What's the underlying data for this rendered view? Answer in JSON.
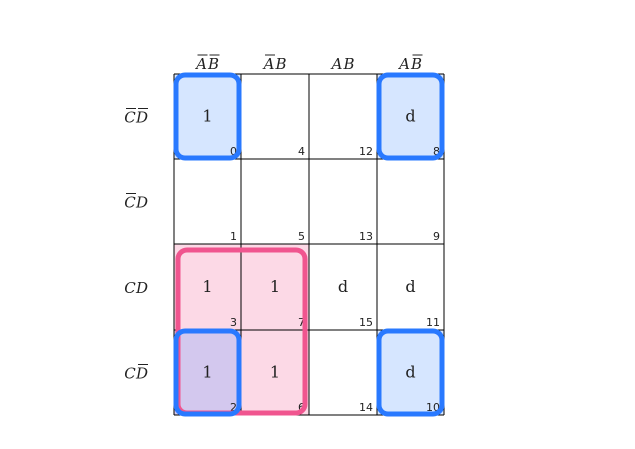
{
  "k_map": {
    "col_headers": [
      {
        "var1": "A",
        "bar1": true,
        "var2": "B",
        "bar2": true
      },
      {
        "var1": "A",
        "bar1": true,
        "var2": "B",
        "bar2": false
      },
      {
        "var1": "A",
        "bar1": false,
        "var2": "B",
        "bar2": false
      },
      {
        "var1": "A",
        "bar1": false,
        "var2": "B",
        "bar2": true
      }
    ],
    "row_headers": [
      {
        "var1": "C",
        "bar1": true,
        "var2": "D",
        "bar2": true
      },
      {
        "var1": "C",
        "bar1": true,
        "var2": "D",
        "bar2": false
      },
      {
        "var1": "C",
        "bar1": false,
        "var2": "D",
        "bar2": false
      },
      {
        "var1": "C",
        "bar1": false,
        "var2": "D",
        "bar2": true
      }
    ],
    "cells": [
      [
        {
          "value": "1",
          "index": "0"
        },
        {
          "value": "",
          "index": "4"
        },
        {
          "value": "",
          "index": "12"
        },
        {
          "value": "d",
          "index": "8"
        }
      ],
      [
        {
          "value": "",
          "index": "1"
        },
        {
          "value": "",
          "index": "5"
        },
        {
          "value": "",
          "index": "13"
        },
        {
          "value": "",
          "index": "9"
        }
      ],
      [
        {
          "value": "1",
          "index": "3"
        },
        {
          "value": "1",
          "index": "7"
        },
        {
          "value": "d",
          "index": "15"
        },
        {
          "value": "d",
          "index": "11"
        }
      ],
      [
        {
          "value": "1",
          "index": "2"
        },
        {
          "value": "1",
          "index": "6"
        },
        {
          "value": "",
          "index": "14"
        },
        {
          "value": "d",
          "index": "10"
        }
      ]
    ],
    "groups": [
      {
        "name": "corner-group",
        "color": "#2979ff",
        "fill": "#d6e6ff",
        "cells": [
          [
            0,
            0
          ],
          [
            0,
            3
          ],
          [
            3,
            0
          ],
          [
            3,
            3
          ]
        ]
      },
      {
        "name": "pink-group",
        "color": "#f0558f",
        "fill": "#fcd9e6",
        "cells": [
          [
            2,
            0
          ],
          [
            2,
            1
          ],
          [
            3,
            0
          ],
          [
            3,
            1
          ]
        ]
      }
    ],
    "colors": {
      "grid": "#000000",
      "overlap_fill": "#d3c8ee"
    }
  }
}
